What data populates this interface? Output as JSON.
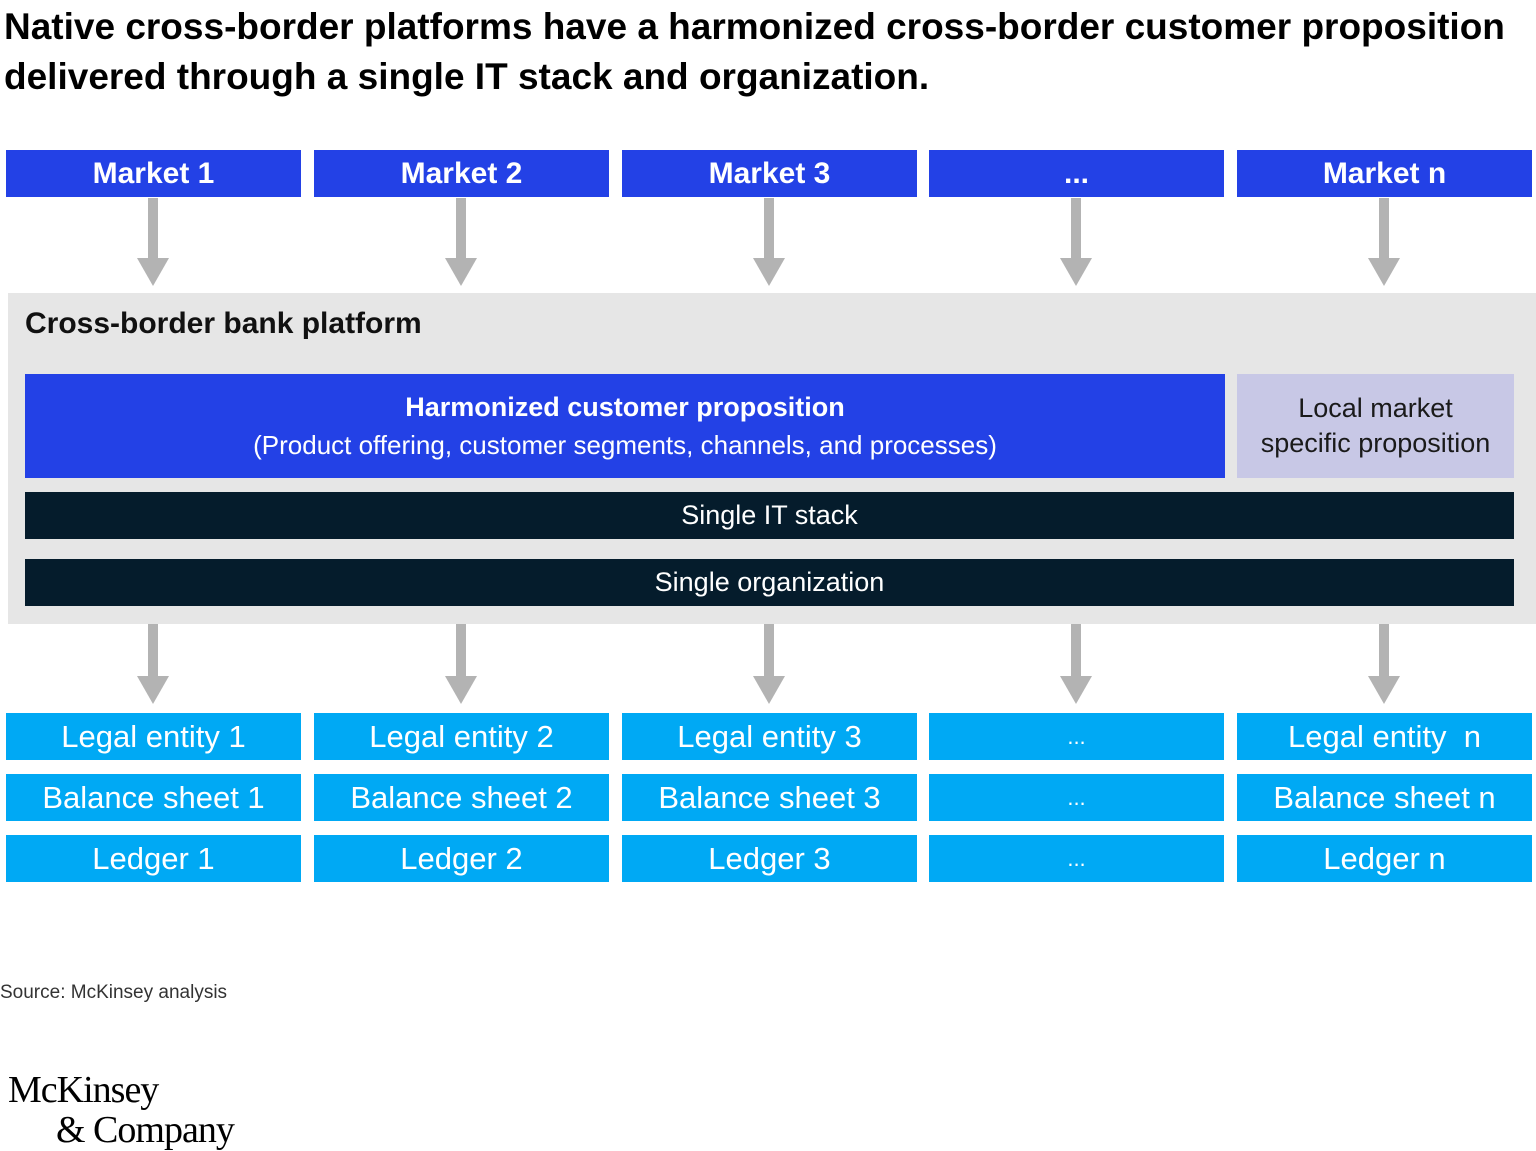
{
  "title": "Native cross-border platforms have a harmonized cross-border customer proposition delivered through a single IT stack and organization.",
  "markets": [
    "Market 1",
    "Market 2",
    "Market 3",
    "...",
    "Market n"
  ],
  "platform": {
    "title": "Cross-border bank platform",
    "harmonized_title": "Harmonized customer proposition",
    "harmonized_subtitle": "(Product offering, customer segments, channels, and processes)",
    "local_line1": "Local market",
    "local_line2": "specific proposition",
    "it_stack": "Single IT stack",
    "organization": "Single organization"
  },
  "entities": {
    "legal": [
      "Legal entity 1",
      "Legal entity 2",
      "Legal entity 3",
      "...",
      "Legal entity  n"
    ],
    "balance": [
      "Balance sheet 1",
      "Balance sheet 2",
      "Balance sheet 3",
      "...",
      "Balance sheet n"
    ],
    "ledger": [
      "Ledger 1",
      "Ledger 2",
      "Ledger 3",
      "...",
      "Ledger n"
    ]
  },
  "source": "Source: McKinsey analysis",
  "logo": {
    "line1": "McKinsey",
    "line2": "& Company"
  },
  "colors": {
    "market_blue": "#2341e6",
    "cell_cyan": "#00a9f4",
    "dark_navy": "#051c2c",
    "local_lavender": "#c8c8e6",
    "arrow_gray": "#b3b3b3"
  }
}
